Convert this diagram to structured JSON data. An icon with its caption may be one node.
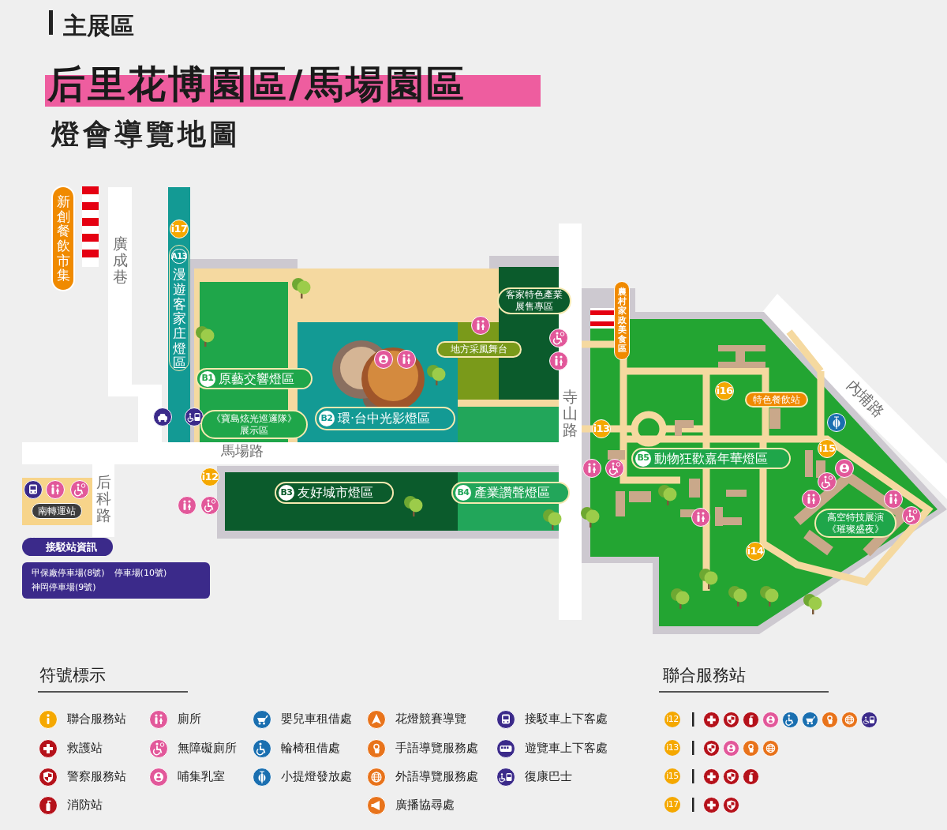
{
  "diagram": {
    "title": "后里花博園區/馬場園區",
    "nodes": [
      {
        "text": [
          "新創餐飲市集"
        ]
      },
      {
        "text": [
          "i17"
        ]
      },
      {
        "text": [
          "A13",
          "漫遊客家庄燈區"
        ]
      },
      {
        "text": [
          "B1",
          "原藝交響燈區"
        ]
      },
      {
        "text": [
          "《寶島炫光巡邏隊》展示區"
        ]
      },
      {
        "text": [
          "B2",
          "環·台中光影燈區"
        ]
      },
      {
        "text": [
          "地方采風舞台"
        ]
      },
      {
        "text": [
          "客家特色產業展售專區"
        ]
      },
      {
        "text": [
          "農村家政美食區"
        ]
      },
      {
        "text": [
          "i12"
        ]
      },
      {
        "text": [
          "B3",
          "友好城市燈區"
        ]
      },
      {
        "text": [
          "B4",
          "產業讚聲燈區"
        ]
      },
      {
        "text": [
          "i13"
        ]
      },
      {
        "text": [
          "i16"
        ]
      },
      {
        "text": [
          "特色餐飲站"
        ]
      },
      {
        "text": [
          "B5",
          "動物狂歡嘉年華燈區"
        ]
      },
      {
        "text": [
          "i15"
        ]
      },
      {
        "text": [
          "高空特技展演《璀璨盛夜》"
        ]
      },
      {
        "text": [
          "i14"
        ]
      },
      {
        "text": [
          "南轉運站"
        ]
      },
      {
        "text": [
          "接駁站資訊"
        ]
      },
      {
        "text": [
          "甲保廠停車場(8號)",
          "停車場(10號)",
          "神岡停車場(9號)"
        ]
      }
    ],
    "labels": [
      "主展區",
      "燈會導覽地圖",
      "廣成巷",
      "馬場路",
      "后科路",
      "寺山路",
      "內埔路",
      "符號標示",
      "聯合服務站",
      "i12",
      "i13",
      "i15",
      "i17"
    ],
    "legend": [
      {
        "text": "聯合服務站"
      },
      {
        "text": "救護站"
      },
      {
        "text": "警察服務站"
      },
      {
        "text": "消防站"
      },
      {
        "text": "廁所"
      },
      {
        "text": "無障礙廁所"
      },
      {
        "text": "哺集乳室"
      },
      {
        "text": "嬰兒車租借處"
      },
      {
        "text": "輪椅租借處"
      },
      {
        "text": "小提燈發放處"
      },
      {
        "text": "花燈競賽導覽"
      },
      {
        "text": "手語導覽服務處"
      },
      {
        "text": "外語導覽服務處"
      },
      {
        "text": "廣播協尋處"
      },
      {
        "text": "接駁車上下客處"
      },
      {
        "text": "遊覽車上下客處"
      },
      {
        "text": "復康巴士"
      }
    ]
  }
}
